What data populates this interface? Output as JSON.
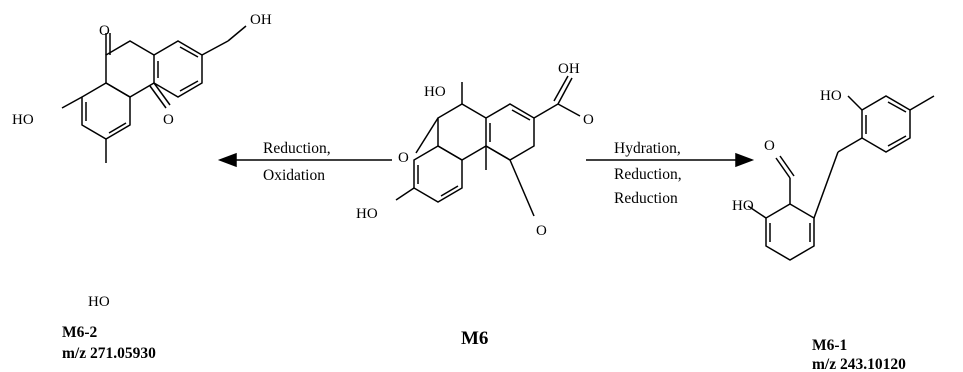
{
  "compounds": {
    "m6": {
      "label": "M6"
    },
    "m6_2": {
      "label": "M6-2",
      "mz": "m/z 271.05930"
    },
    "m6_1": {
      "label": "M6-1",
      "mz": "m/z 243.10120"
    }
  },
  "reactions": {
    "left": {
      "line1": "Reduction,",
      "line2": "Oxidation"
    },
    "right": {
      "line1": "Hydration,",
      "line2": "Reduction,",
      "line3": "Reduction"
    }
  },
  "atoms": {
    "oh": "OH",
    "ho": "HO",
    "o": "O"
  }
}
